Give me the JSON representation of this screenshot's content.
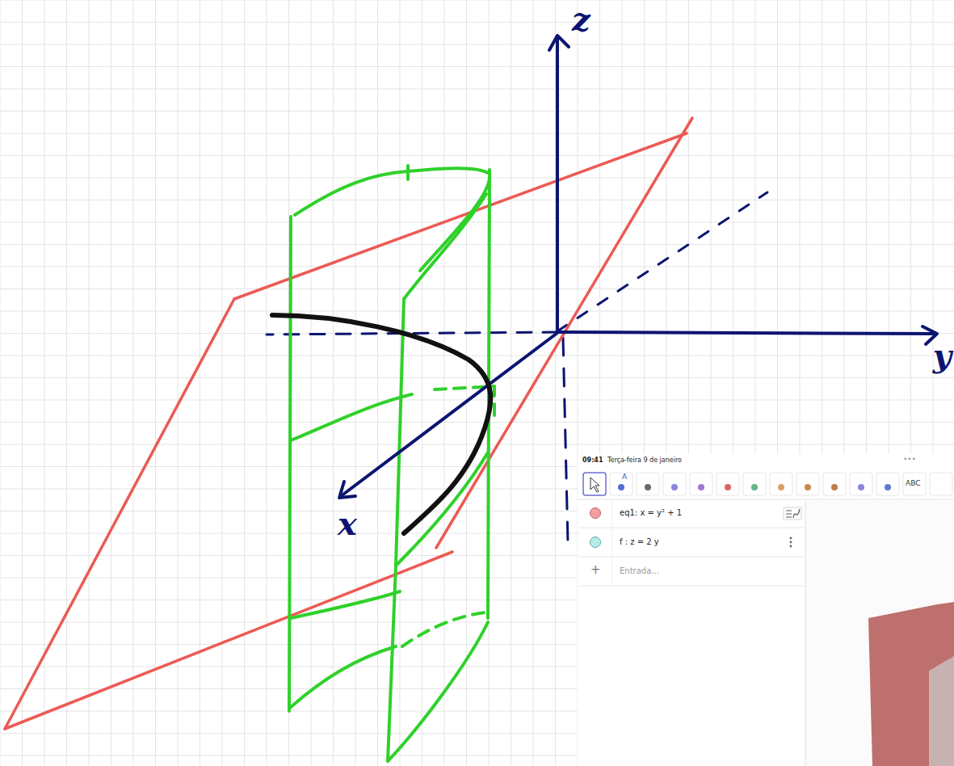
{
  "diagram": {
    "labels": [
      "z",
      "y",
      "x",
      "09:41",
      "Terça-feira 9 de janeiro",
      "•••",
      "A",
      "ABC",
      "eq1: x = y² + 1",
      "f : z = 2 y",
      "+",
      "Entrada..."
    ]
  }
}
